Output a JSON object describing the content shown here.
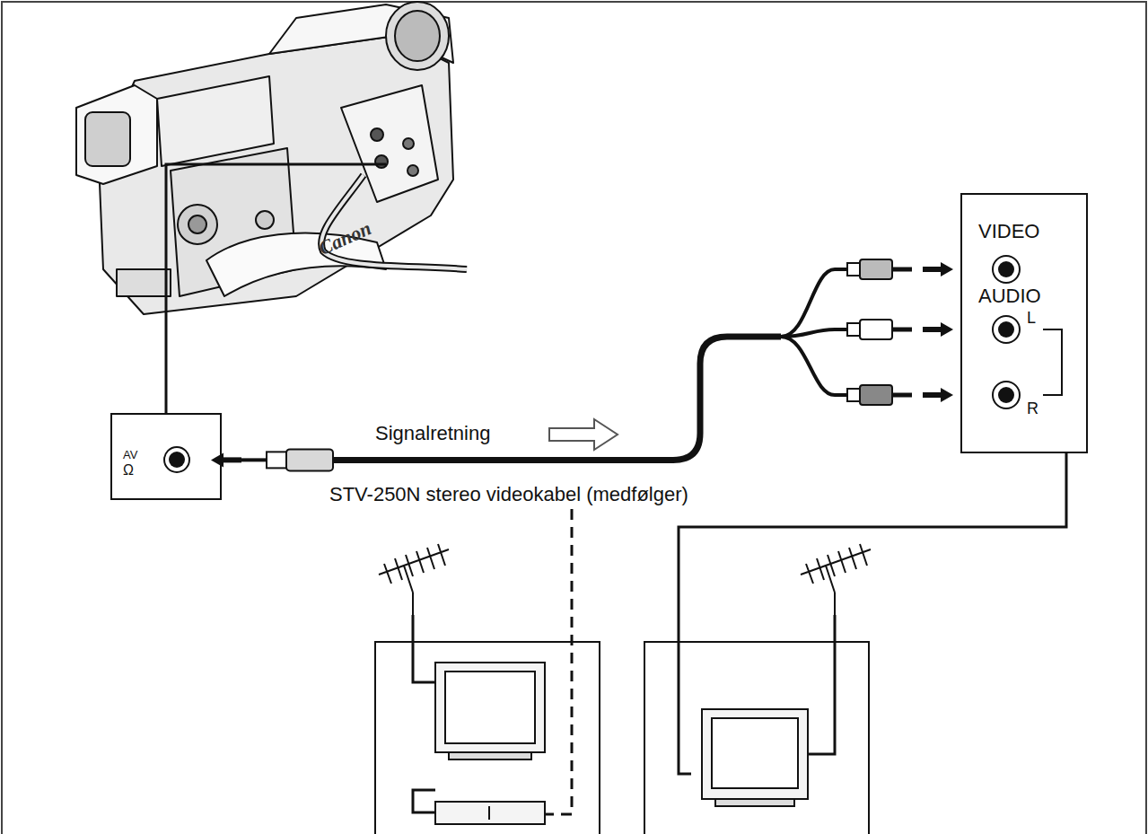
{
  "diagram": {
    "nodes": [
      {
        "text": [
          "AV",
          "Ω"
        ]
      },
      {
        "text": [
          "VIDEO",
          "AUDIO",
          "L",
          "R"
        ]
      }
    ],
    "edges": [
      {
        "from": 0,
        "to": 1,
        "arrow": "both",
        "label": "STV-250N stereo videokabel (medfølger)"
      }
    ],
    "labels": [
      "Signalretning",
      "Canon"
    ]
  }
}
